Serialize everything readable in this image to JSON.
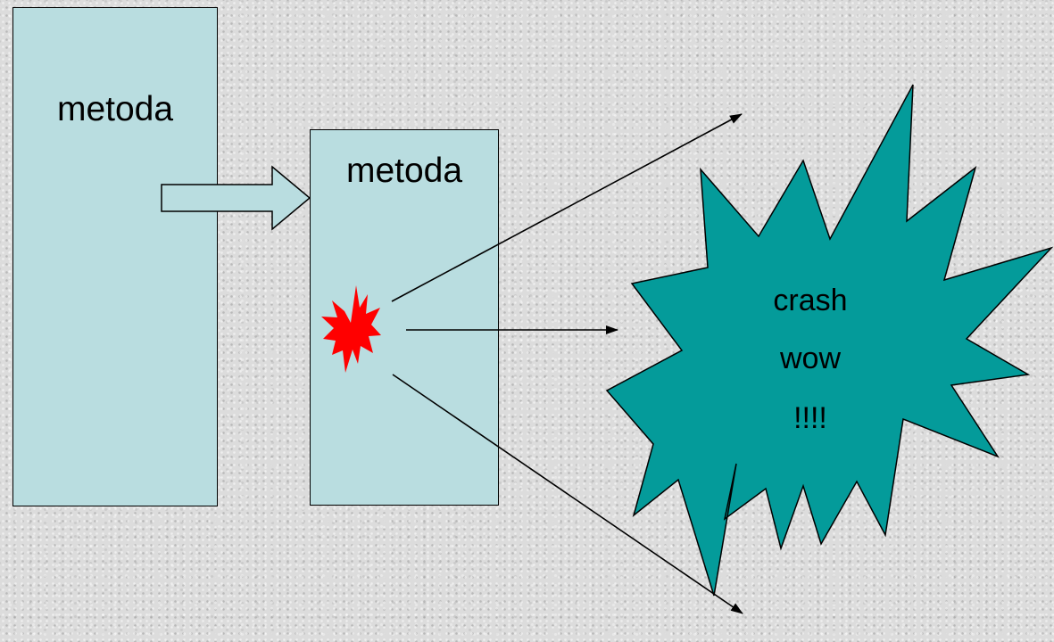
{
  "boxes": {
    "outer_method": {
      "label": "metoda"
    },
    "inner_method": {
      "label": "metoda"
    }
  },
  "crash_burst": {
    "lines": [
      "crash",
      "wow",
      "!!!!"
    ],
    "fill_color": "#049b9a"
  },
  "colors": {
    "box_fill": "#b9dde0",
    "explosion": "#ff0000"
  }
}
